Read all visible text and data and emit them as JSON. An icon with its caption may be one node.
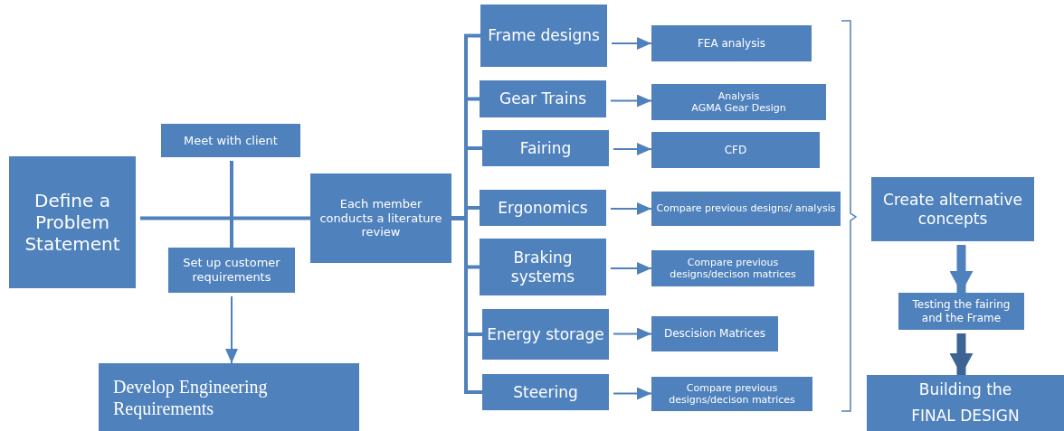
{
  "diagram": {
    "nodes": [
      {
        "text": [
          "Define a Problem Statement"
        ]
      },
      {
        "text": [
          "Meet with client"
        ]
      },
      {
        "text": [
          "Set up customer requirements"
        ]
      },
      {
        "text": [
          "Develop Engineering Requirements"
        ]
      },
      {
        "text": [
          "Each member conducts a literature review"
        ]
      },
      {
        "text": [
          "Frame designs"
        ]
      },
      {
        "text": [
          "Gear Trains"
        ]
      },
      {
        "text": [
          "Fairing"
        ]
      },
      {
        "text": [
          "Ergonomics"
        ]
      },
      {
        "text": [
          "Braking systems"
        ]
      },
      {
        "text": [
          "Energy storage"
        ]
      },
      {
        "text": [
          "Steering"
        ]
      },
      {
        "text": [
          "FEA analysis"
        ]
      },
      {
        "text": [
          "Analysis",
          "AGMA Gear Design"
        ]
      },
      {
        "text": [
          "CFD"
        ]
      },
      {
        "text": [
          "Compare previous designs/ analysis"
        ]
      },
      {
        "text": [
          "Compare previous designs/decison matrices"
        ]
      },
      {
        "text": [
          "Descision Matrices"
        ]
      },
      {
        "text": [
          "Compare previous designs/decison matrices"
        ]
      },
      {
        "text": [
          "Create alternative concepts"
        ]
      },
      {
        "text": [
          "Testing the fairing and the Frame"
        ]
      },
      {
        "text": [
          "Building the",
          "FINAL DESIGN"
        ]
      }
    ],
    "edges": [
      {
        "from": 0,
        "to": 4,
        "arrow": "none"
      },
      {
        "from": 1,
        "to": 2,
        "arrow": "none"
      },
      {
        "from": 2,
        "to": 3,
        "arrow": "to"
      },
      {
        "from": 4,
        "to": 5,
        "arrow": "none"
      },
      {
        "from": 4,
        "to": 6,
        "arrow": "none"
      },
      {
        "from": 4,
        "to": 7,
        "arrow": "none"
      },
      {
        "from": 4,
        "to": 8,
        "arrow": "none"
      },
      {
        "from": 4,
        "to": 9,
        "arrow": "none"
      },
      {
        "from": 4,
        "to": 10,
        "arrow": "none"
      },
      {
        "from": 4,
        "to": 11,
        "arrow": "none"
      },
      {
        "from": 5,
        "to": 12,
        "arrow": "to"
      },
      {
        "from": 6,
        "to": 13,
        "arrow": "to"
      },
      {
        "from": 7,
        "to": 14,
        "arrow": "to"
      },
      {
        "from": 8,
        "to": 15,
        "arrow": "to"
      },
      {
        "from": 9,
        "to": 16,
        "arrow": "to"
      },
      {
        "from": 10,
        "to": 17,
        "arrow": "to"
      },
      {
        "from": 11,
        "to": 18,
        "arrow": "to"
      },
      {
        "from": 19,
        "to": 20,
        "arrow": "to",
        "style": "thick"
      },
      {
        "from": 20,
        "to": 21,
        "arrow": "to",
        "style": "thick",
        "color": "#3d6594"
      }
    ]
  }
}
